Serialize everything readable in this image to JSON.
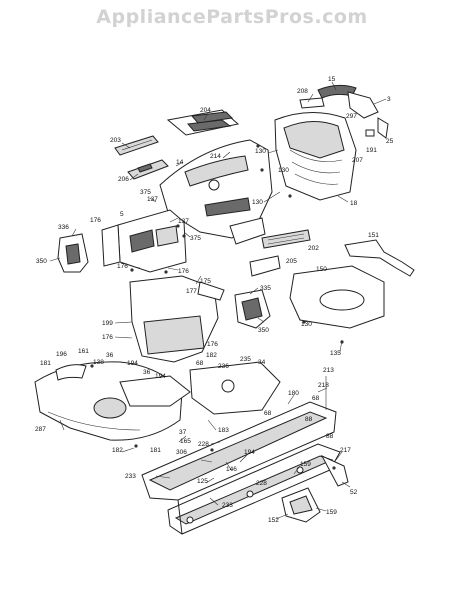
{
  "watermark": "AppliancePartsPros.com",
  "callouts": [
    {
      "id": "c0",
      "text": "15"
    },
    {
      "id": "c1",
      "text": "208"
    },
    {
      "id": "c2",
      "text": "3"
    },
    {
      "id": "c3",
      "text": "204"
    },
    {
      "id": "c4",
      "text": "297"
    },
    {
      "id": "c5",
      "text": "203"
    },
    {
      "id": "c6",
      "text": "214"
    },
    {
      "id": "c7",
      "text": "14"
    },
    {
      "id": "c8",
      "text": "25"
    },
    {
      "id": "c9",
      "text": "191"
    },
    {
      "id": "c10",
      "text": "207"
    },
    {
      "id": "c11",
      "text": "130"
    },
    {
      "id": "c12",
      "text": "206"
    },
    {
      "id": "c13",
      "text": "130"
    },
    {
      "id": "c14",
      "text": "375"
    },
    {
      "id": "c15",
      "text": "137"
    },
    {
      "id": "c16",
      "text": "130"
    },
    {
      "id": "c17",
      "text": "18"
    },
    {
      "id": "c18",
      "text": "176"
    },
    {
      "id": "c19",
      "text": "5"
    },
    {
      "id": "c20",
      "text": "137"
    },
    {
      "id": "c21",
      "text": "336"
    },
    {
      "id": "c22",
      "text": "375"
    },
    {
      "id": "c23",
      "text": "202"
    },
    {
      "id": "c24",
      "text": "151"
    },
    {
      "id": "c25",
      "text": "350"
    },
    {
      "id": "c26",
      "text": "176"
    },
    {
      "id": "c27",
      "text": "176"
    },
    {
      "id": "c28",
      "text": "205"
    },
    {
      "id": "c29",
      "text": "150"
    },
    {
      "id": "c30",
      "text": "175"
    },
    {
      "id": "c31",
      "text": "177"
    },
    {
      "id": "c32",
      "text": "335"
    },
    {
      "id": "c33",
      "text": "130"
    },
    {
      "id": "c34",
      "text": "199"
    },
    {
      "id": "c35",
      "text": "176"
    },
    {
      "id": "c36",
      "text": "176"
    },
    {
      "id": "c37",
      "text": "350"
    },
    {
      "id": "c38",
      "text": "135"
    },
    {
      "id": "c39",
      "text": "182"
    },
    {
      "id": "c40",
      "text": "34"
    },
    {
      "id": "c41",
      "text": "161"
    },
    {
      "id": "c42",
      "text": "196"
    },
    {
      "id": "c43",
      "text": "36"
    },
    {
      "id": "c44",
      "text": "235"
    },
    {
      "id": "c45",
      "text": "68"
    },
    {
      "id": "c46",
      "text": "236"
    },
    {
      "id": "c47",
      "text": "181"
    },
    {
      "id": "c48",
      "text": "138"
    },
    {
      "id": "c49",
      "text": "194"
    },
    {
      "id": "c50",
      "text": "213"
    },
    {
      "id": "c51",
      "text": "36"
    },
    {
      "id": "c52",
      "text": "194"
    },
    {
      "id": "c53",
      "text": "218"
    },
    {
      "id": "c54",
      "text": "180"
    },
    {
      "id": "c55",
      "text": "68"
    },
    {
      "id": "c56",
      "text": "68"
    },
    {
      "id": "c57",
      "text": "183"
    },
    {
      "id": "c58",
      "text": "88"
    },
    {
      "id": "c59",
      "text": "287"
    },
    {
      "id": "c60",
      "text": "37"
    },
    {
      "id": "c61",
      "text": "165"
    },
    {
      "id": "c62",
      "text": "228"
    },
    {
      "id": "c63",
      "text": "88"
    },
    {
      "id": "c64",
      "text": "182"
    },
    {
      "id": "c65",
      "text": "181"
    },
    {
      "id": "c66",
      "text": "306"
    },
    {
      "id": "c67",
      "text": "194"
    },
    {
      "id": "c68",
      "text": "217"
    },
    {
      "id": "c69",
      "text": "146"
    },
    {
      "id": "c70",
      "text": "159"
    },
    {
      "id": "c71",
      "text": "233"
    },
    {
      "id": "c72",
      "text": "125"
    },
    {
      "id": "c73",
      "text": "228"
    },
    {
      "id": "c74",
      "text": "52"
    },
    {
      "id": "c75",
      "text": "233"
    },
    {
      "id": "c76",
      "text": "152"
    },
    {
      "id": "c77",
      "text": "159"
    }
  ]
}
